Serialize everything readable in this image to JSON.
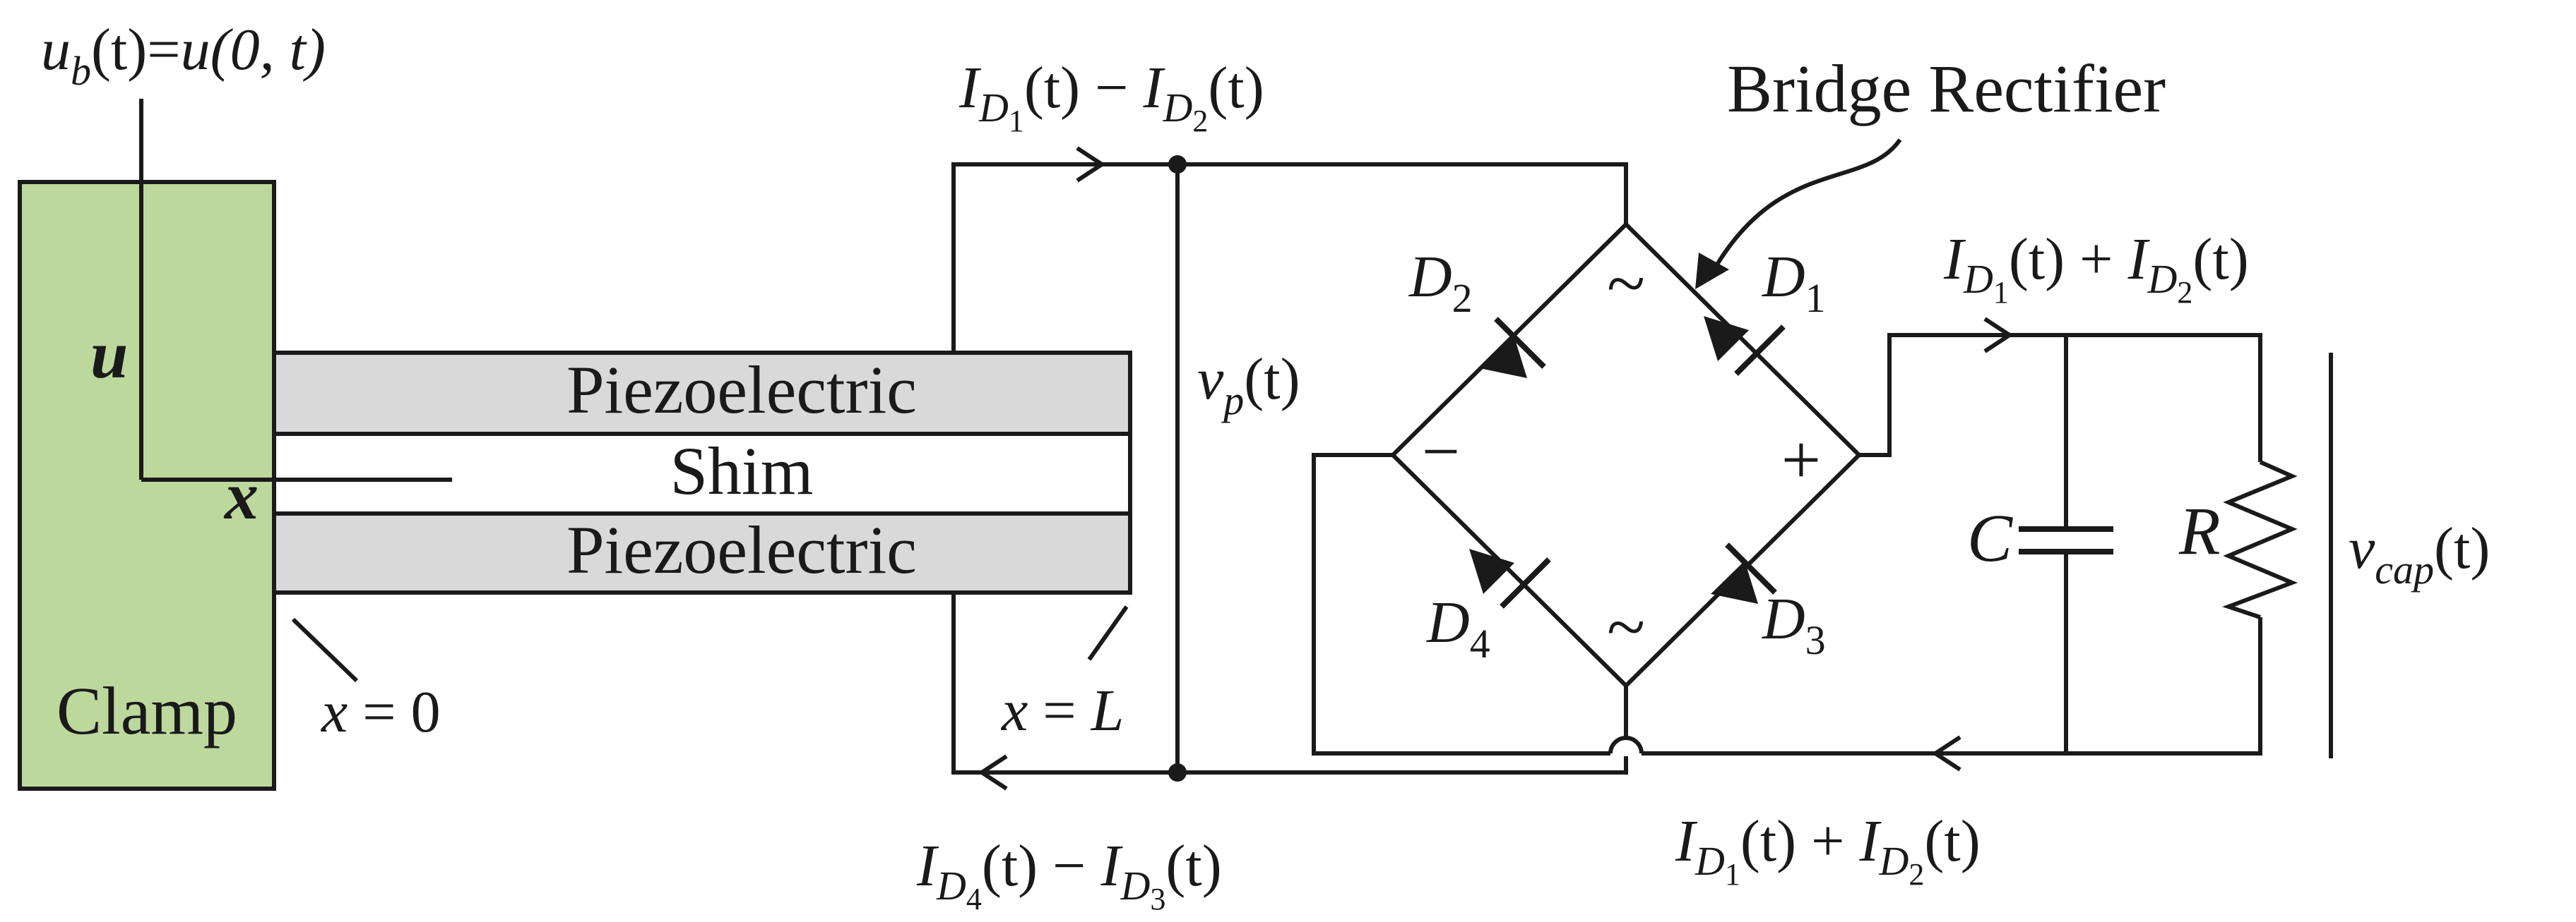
{
  "colors": {
    "clamp_fill": "#bdd89d",
    "layer_fill": "#d9d9d9",
    "stroke": "#1a1a1a"
  },
  "beam": {
    "clamp_label": "Clamp",
    "top_layer_label": "Piezoelectric",
    "middle_layer_label": "Shim",
    "bottom_layer_label": "Piezoelectric",
    "axis_u": "u",
    "axis_x": "x",
    "base_excitation": {
      "u": "u",
      "u_sub": "b",
      "t1": "(t)=",
      "rhs": "u(0, t)"
    },
    "x0": {
      "var": "x",
      "rest": " = 0"
    },
    "xL": {
      "var": "x",
      "eq": " = ",
      "L": "L"
    }
  },
  "circuit": {
    "title": "Bridge Rectifier",
    "diodes": {
      "D1": {
        "D": "D",
        "sub": "1"
      },
      "D2": {
        "D": "D",
        "sub": "2"
      },
      "D3": {
        "D": "D",
        "sub": "3"
      },
      "D4": {
        "D": "D",
        "sub": "4"
      }
    },
    "minus_sign": "−",
    "plus_sign": "+",
    "ac_symbol": "~",
    "capacitor": "C",
    "resistor": "R",
    "vp": {
      "v": "v",
      "sub": "p",
      "rest": "(t)"
    },
    "vcap": {
      "v": "v",
      "sub": "cap",
      "rest": "(t)"
    },
    "current_top_left": {
      "a": "1",
      "op": " − ",
      "b": "2"
    },
    "current_bottom_left": {
      "a": "4",
      "op": " − ",
      "b": "3"
    },
    "current_right_top": {
      "a": "1",
      "op": " + ",
      "b": "2"
    },
    "current_right_bottom": {
      "a": "1",
      "op": " + ",
      "b": "2"
    },
    "I": "I",
    "D": "D",
    "t": "(t)"
  }
}
